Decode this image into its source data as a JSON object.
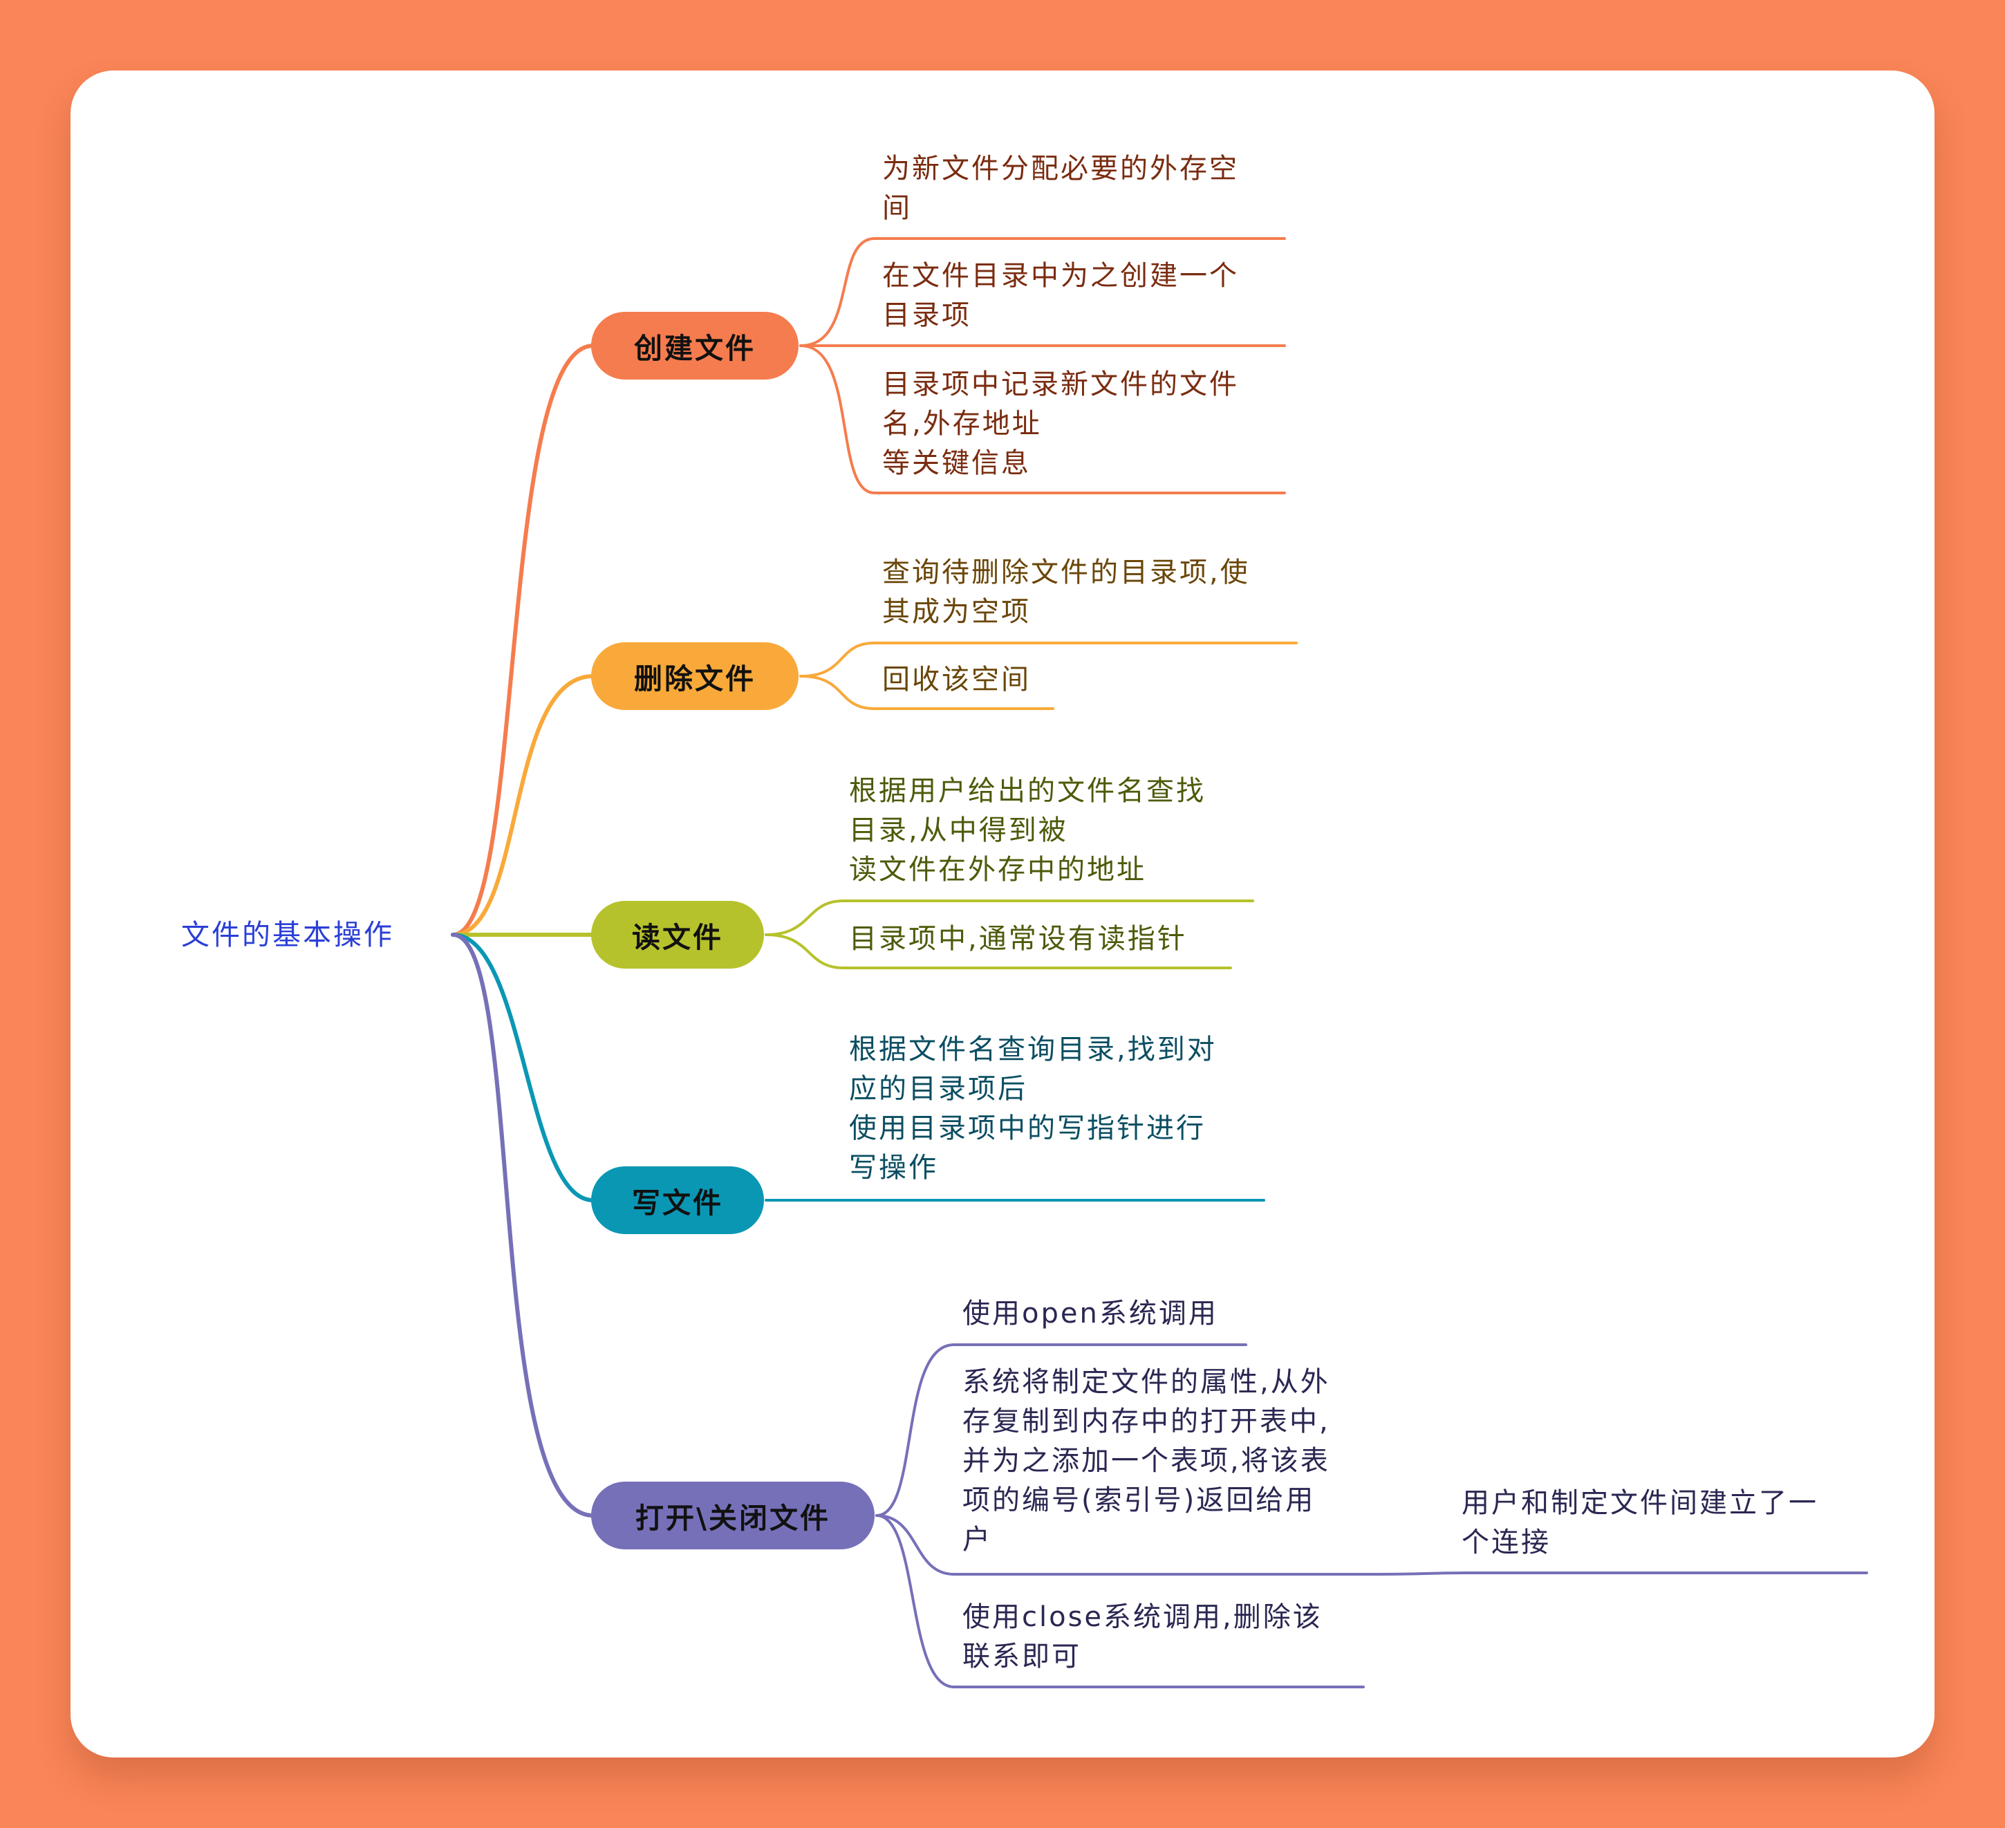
{
  "colors": {
    "background": "#f98558",
    "card": "#ffffff",
    "root_text": "#2a3fd6",
    "create": "#f57c4e",
    "delete": "#f9a93a",
    "read": "#b6c22c",
    "write": "#0a97b4",
    "open": "#7670b8"
  },
  "root": {
    "label": "文件的基本操作"
  },
  "branches": [
    {
      "label": "创建文件",
      "leaves": [
        "为新文件分配必要的外存空\n间",
        "在文件目录中为之创建一个\n目录项",
        "目录项中记录新文件的文件\n名,外存地址\n等关键信息"
      ]
    },
    {
      "label": "删除文件",
      "leaves": [
        "查询待删除文件的目录项,使\n其成为空项",
        "回收该空间"
      ]
    },
    {
      "label": "读文件",
      "leaves": [
        "根据用户给出的文件名查找\n目录,从中得到被\n读文件在外存中的地址",
        "目录项中,通常设有读指针"
      ]
    },
    {
      "label": "写文件",
      "leaves": [
        "根据文件名查询目录,找到对\n应的目录项后\n使用目录项中的写指针进行\n写操作"
      ]
    },
    {
      "label": "打开\\关闭文件",
      "leaves": [
        "使用open系统调用",
        "系统将制定文件的属性,从外\n存复制到内存中的打开表中,\n并为之添加一个表项,将该表\n项的编号(索引号)返回给用\n户",
        "使用close系统调用,删除该\n联系即可"
      ],
      "sub_leaf": "用户和制定文件间建立了一\n个连接"
    }
  ]
}
